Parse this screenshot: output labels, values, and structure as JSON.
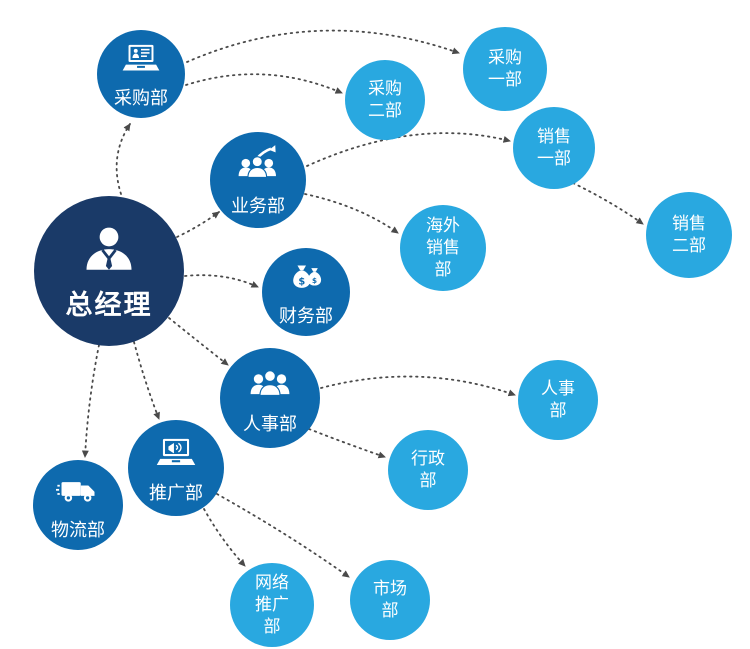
{
  "diagram": {
    "type": "org-chart"
  },
  "colors": {
    "root_circle": "#1a3a68",
    "department_circle": "#0e6aae",
    "sub_department_circle": "#29a8e0",
    "arrow": "#4a4a4a",
    "label_text": "#ffffff"
  },
  "icons": {
    "money_symbol": "$"
  },
  "nodes": {
    "general_manager": {
      "label": "总经理",
      "icon": "business-person-icon"
    },
    "purchasing_dept": {
      "label": "采购部",
      "icon": "laptop-user-icon"
    },
    "business_dept": {
      "label": "业务部",
      "icon": "team-growth-icon"
    },
    "finance_dept": {
      "label": "财务部",
      "icon": "money-bags-icon"
    },
    "hr_dept": {
      "label": "人事部",
      "icon": "team-icon"
    },
    "promotion_dept": {
      "label": "推广部",
      "icon": "laptop-broadcast-icon"
    },
    "logistics_dept": {
      "label": "物流部",
      "icon": "truck-icon"
    },
    "purchasing_1": {
      "label": "采购一部"
    },
    "purchasing_2": {
      "label": "采购二部"
    },
    "sales_1": {
      "label": "销售一部"
    },
    "sales_2": {
      "label": "销售二部"
    },
    "overseas_sales": {
      "label": "海外销售部"
    },
    "hr_sub": {
      "label": "人事部"
    },
    "admin_dept": {
      "label": "行政部"
    },
    "network_promotion": {
      "label": "网络推广部"
    },
    "market_dept": {
      "label": "市场部"
    }
  },
  "edges": [
    {
      "from": "general_manager",
      "to": "purchasing_dept"
    },
    {
      "from": "general_manager",
      "to": "business_dept"
    },
    {
      "from": "general_manager",
      "to": "finance_dept"
    },
    {
      "from": "general_manager",
      "to": "hr_dept"
    },
    {
      "from": "general_manager",
      "to": "promotion_dept"
    },
    {
      "from": "general_manager",
      "to": "logistics_dept"
    },
    {
      "from": "purchasing_dept",
      "to": "purchasing_1"
    },
    {
      "from": "purchasing_dept",
      "to": "purchasing_2"
    },
    {
      "from": "business_dept",
      "to": "sales_1"
    },
    {
      "from": "business_dept",
      "to": "overseas_sales"
    },
    {
      "from": "sales_1",
      "to": "sales_2"
    },
    {
      "from": "hr_dept",
      "to": "hr_sub"
    },
    {
      "from": "hr_dept",
      "to": "admin_dept"
    },
    {
      "from": "promotion_dept",
      "to": "network_promotion"
    },
    {
      "from": "promotion_dept",
      "to": "market_dept"
    }
  ]
}
